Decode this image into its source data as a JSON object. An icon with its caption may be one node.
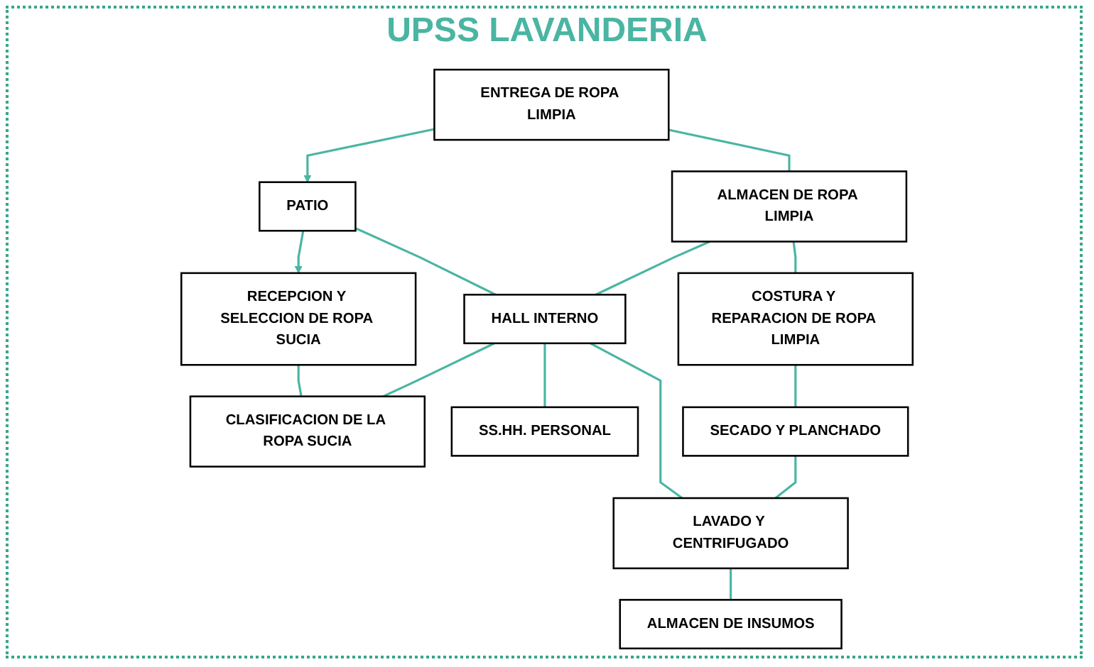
{
  "diagram": {
    "title": "UPSS LAVANDERIA",
    "nodes": [
      {
        "text": [
          "PATIO"
        ]
      },
      {
        "text": [
          "ENTREGA DE ROPA LIMPIA"
        ]
      },
      {
        "text": [
          "HALL INTERNO"
        ]
      },
      {
        "text": [
          "RECEPCION Y SELECCION DE ROPA SUCIA"
        ]
      },
      {
        "text": [
          "ALMACEN DE ROPA LIMPIA"
        ]
      },
      {
        "text": [
          "CLASIFICACION DE LA ROPA SUCIA"
        ]
      },
      {
        "text": [
          "SS.HH. PERSONAL"
        ]
      },
      {
        "text": [
          "COSTURA Y REPARACION DE ROPA LIMPIA"
        ]
      },
      {
        "text": [
          "LAVADO Y CENTRIFUGADO"
        ]
      },
      {
        "text": [
          "ALMACEN DE INSUMOS"
        ]
      },
      {
        "text": [
          "SECADO Y PLANCHADO"
        ]
      }
    ],
    "edges": [
      {
        "from": 1,
        "to": 0,
        "arrow": "to"
      },
      {
        "from": 0,
        "to": 3,
        "arrow": "to"
      },
      {
        "from": 0,
        "to": 2,
        "arrow": "none"
      },
      {
        "from": 3,
        "to": 5,
        "arrow": "none"
      },
      {
        "from": 1,
        "to": 4,
        "arrow": "none"
      },
      {
        "from": 4,
        "to": 2,
        "arrow": "none"
      },
      {
        "from": 2,
        "to": 5,
        "arrow": "none"
      },
      {
        "from": 2,
        "to": 6,
        "arrow": "none"
      },
      {
        "from": 4,
        "to": 7,
        "arrow": "none"
      },
      {
        "from": 2,
        "to": 8,
        "arrow": "none"
      },
      {
        "from": 8,
        "to": 9,
        "arrow": "none"
      },
      {
        "from": 7,
        "to": 10,
        "arrow": "none"
      },
      {
        "from": 10,
        "to": 8,
        "arrow": "none"
      }
    ]
  }
}
